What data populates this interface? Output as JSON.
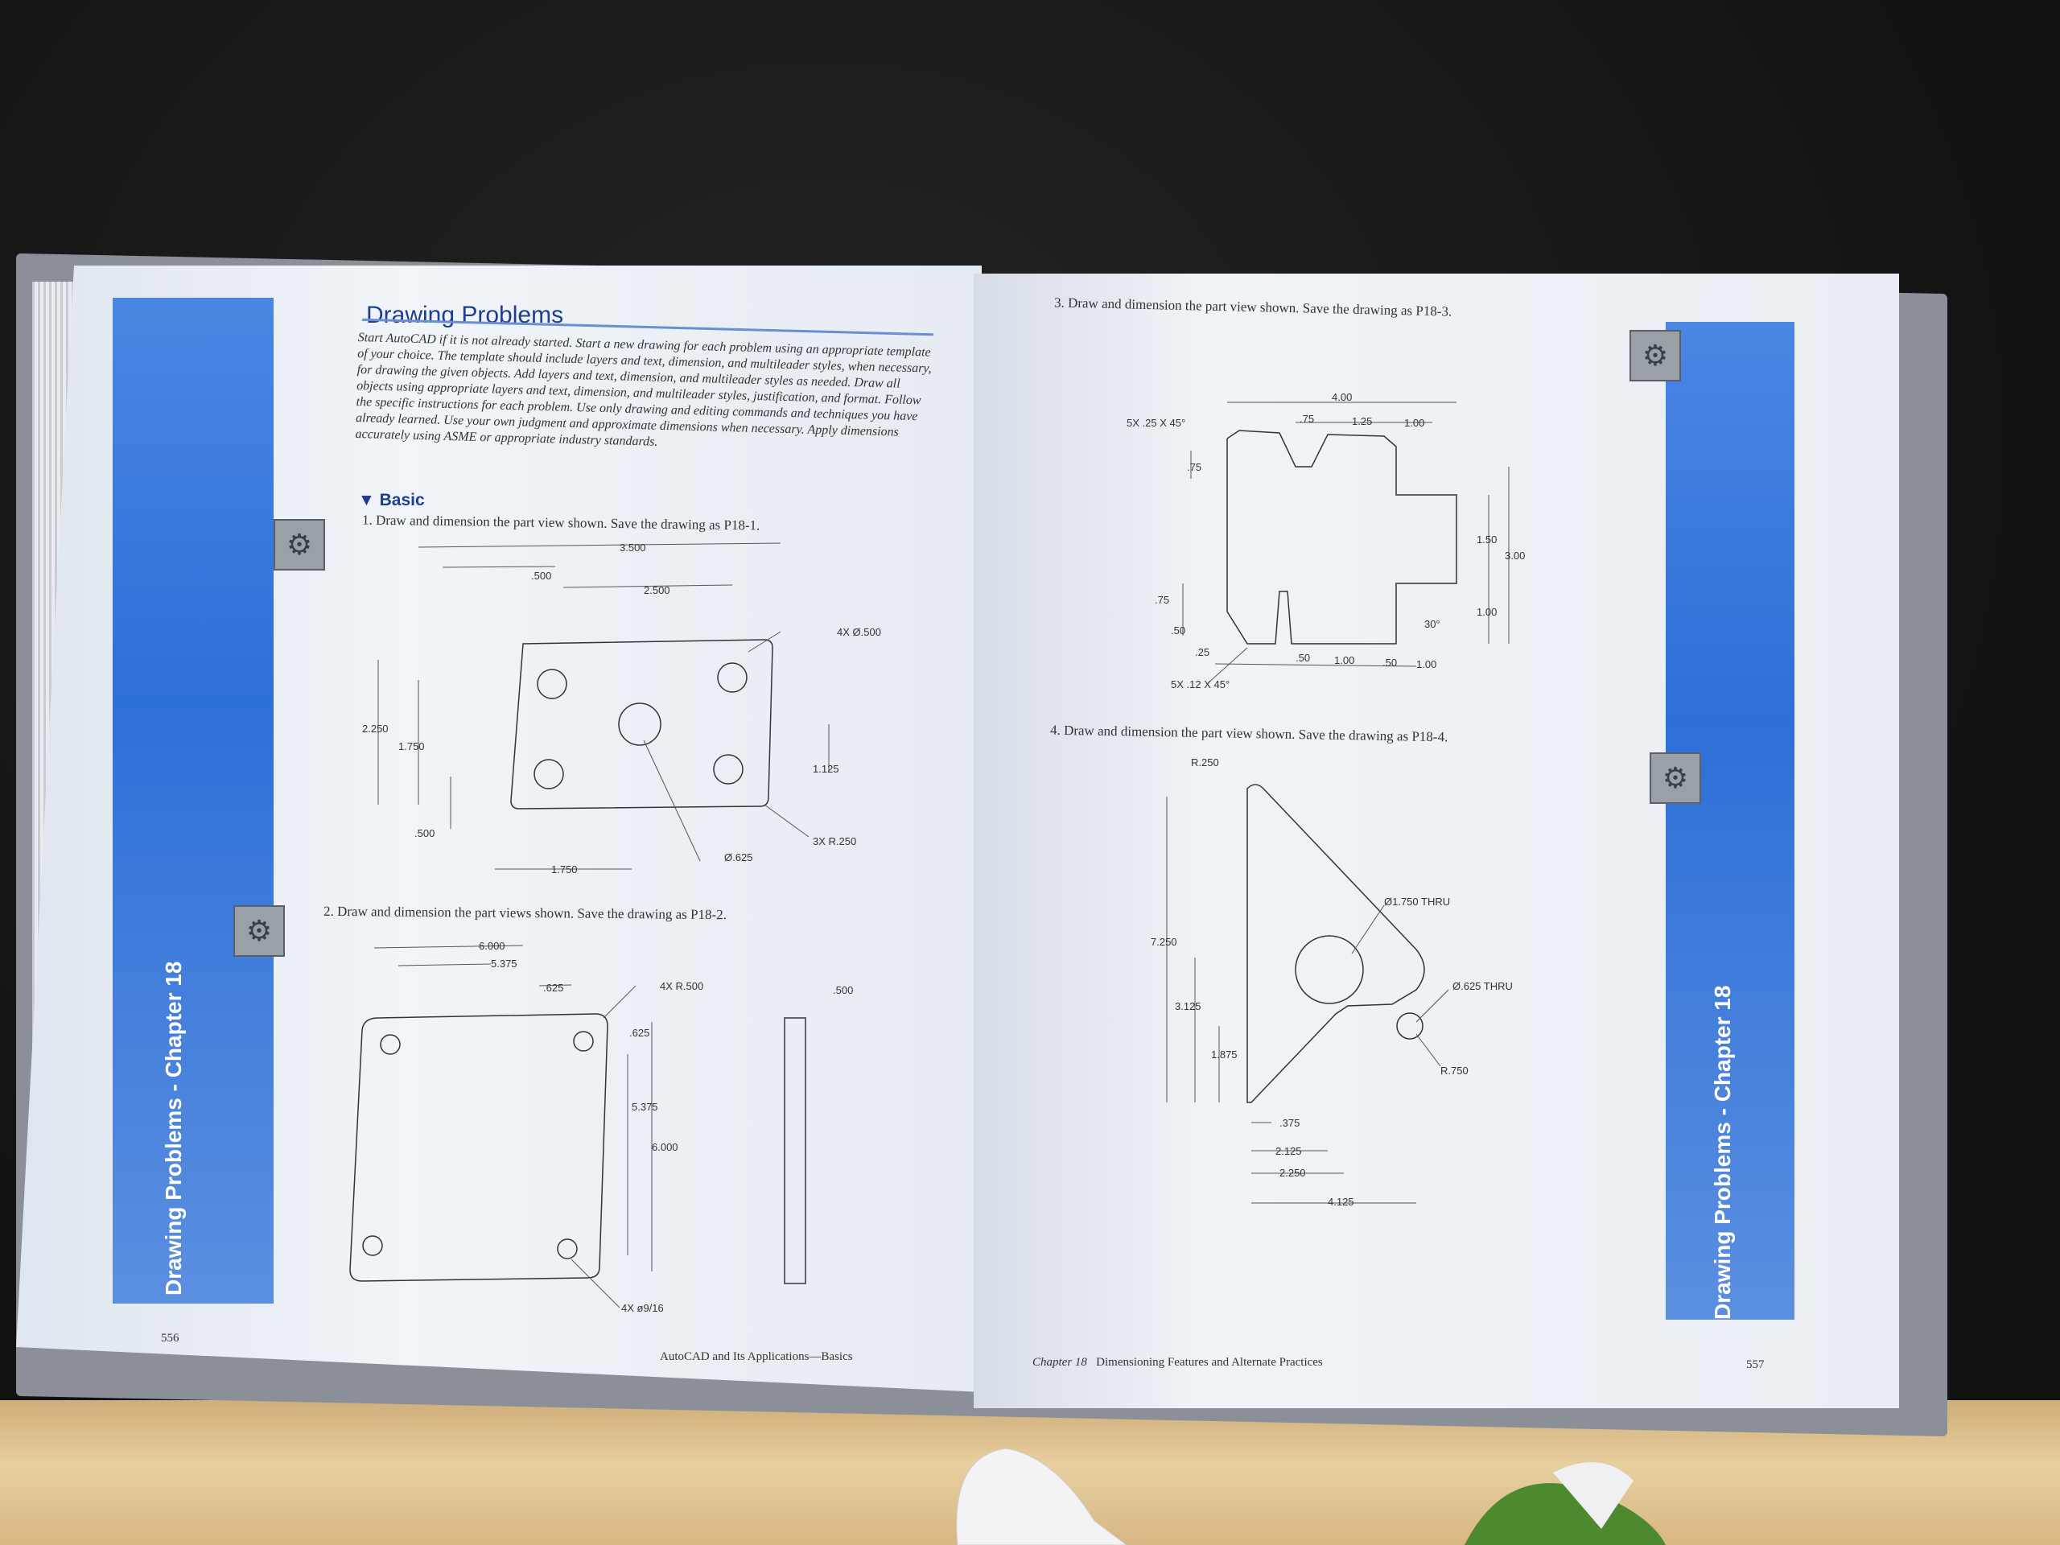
{
  "left_page": {
    "title": "Drawing Problems",
    "intro": "Start AutoCAD if it is not already started. Start a new drawing for each problem using an appropriate template of your choice. The template should include layers and text, dimension, and multileader styles, when necessary, for drawing the given objects. Add layers and text, dimension, and multileader styles as needed. Draw all objects using appropriate layers and text, dimension, and multileader styles, justification, and format. Follow the specific instructions for each problem. Use only drawing and editing commands and techniques you have already learned. Use your own judgment and approximate dimensions when necessary. Apply dimensions accurately using ASME or appropriate industry standards.",
    "section": "Basic",
    "problem1": "1. Draw and dimension the part view shown. Save the drawing as P18-1.",
    "problem2": "2. Draw and dimension the part views shown. Save the drawing as P18-2.",
    "side_label": "Drawing Problems - Chapter 18",
    "page_number": "556",
    "running_foot": "AutoCAD and Its Applications—Basics"
  },
  "right_page": {
    "problem3": "3. Draw and dimension the part view shown. Save the drawing as P18-3.",
    "problem4": "4. Draw and dimension the part view shown. Save the drawing as P18-4.",
    "side_label": "Drawing Problems - Chapter 18",
    "page_number": "557",
    "running_foot_chapter": "Chapter 18",
    "running_foot_title": "Dimensioning Features and Alternate Practices"
  },
  "dims": {
    "p1": {
      "d1": "3.500",
      "d2": ".500",
      "d3": "2.500",
      "d4": "4X Ø.500",
      "d5": "2.250",
      "d6": "1.750",
      "d7": "1.125",
      "d8": ".500",
      "d9": "3X R.250",
      "d10": "Ø.625",
      "d11": "1.750"
    },
    "p2": {
      "d1": "6.000",
      "d2": "5.375",
      "d3": ".625",
      "d4": "4X R.500",
      "d5": ".500",
      "d6": ".625",
      "d7": "5.375",
      "d8": "6.000",
      "d9": "4X ø9/16"
    },
    "p3": {
      "d1": "4.00",
      "d2": ".75",
      "d3": "1.25",
      "d4": "1.00",
      "d5": "5X .25 X 45°",
      "d6": ".75",
      "d7": "1.50",
      "d8": "3.00",
      "d9": ".75",
      "d10": ".50",
      "d11": "1.00",
      "d12": "30°",
      "d13": ".25",
      "d14": ".50",
      "d15": "1.00",
      "d16": ".50",
      "d17": "1.00",
      "d18": "5X .12 X 45°"
    },
    "p4": {
      "d1": "R.250",
      "d2": "Ø1.750 THRU",
      "d3": "7.250",
      "d4": "Ø.625 THRU",
      "d5": "3.125",
      "d6": "R.750",
      "d7": "1.875",
      "d8": ".375",
      "d9": "2.125",
      "d10": "2.250",
      "d11": "4.125"
    }
  }
}
